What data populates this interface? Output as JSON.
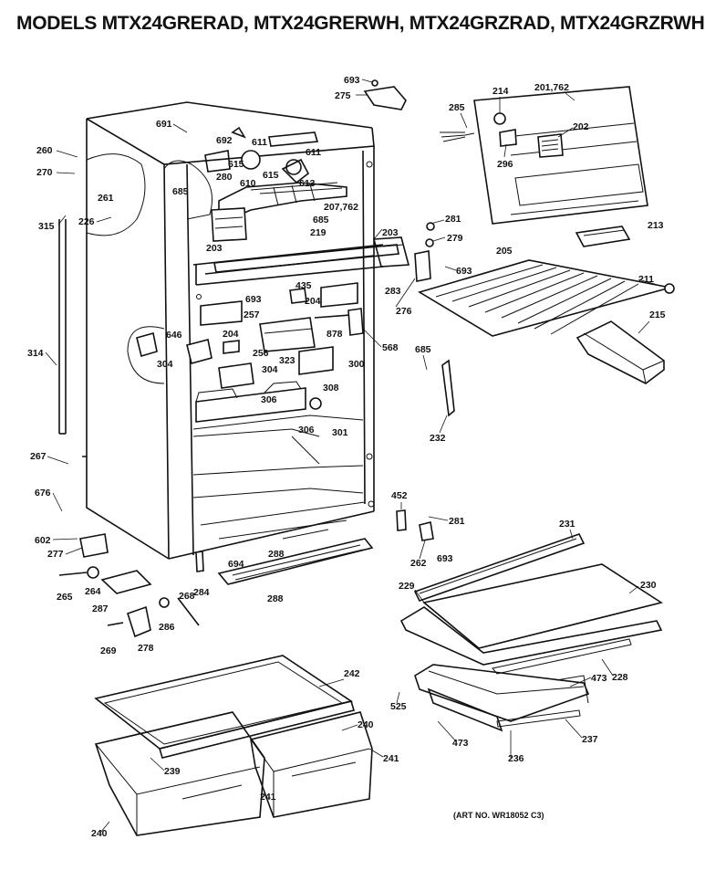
{
  "title": "MODELS MTX24GRERAD, MTX24GRERWH, MTX24GRZRAD, MTX24GRZRWH",
  "art_number": "(ART NO. WR18052 C3)",
  "labels": {
    "l693a": "693",
    "l275": "275",
    "l214": "214",
    "l201": "201,762",
    "l285": "285",
    "l202": "202",
    "l296": "296",
    "l691": "691",
    "l692": "692",
    "l611a": "611",
    "l611b": "611",
    "l260": "260",
    "l615a": "615",
    "l615b": "615",
    "l270": "270",
    "l280": "280",
    "l610": "610",
    "l613": "613",
    "l261": "261",
    "l685a": "685",
    "l207": "207,762",
    "l315": "315",
    "l226": "226",
    "l685b": "685",
    "l281a": "281",
    "l213": "213",
    "l203a": "203",
    "l219": "219",
    "l279": "279",
    "l203b": "203",
    "l205": "205",
    "l693b": "693",
    "l211": "211",
    "l283": "283",
    "l435": "435",
    "l276": "276",
    "l693c": "693",
    "l204a": "204",
    "l215": "215",
    "l257": "257",
    "l646": "646",
    "l204b": "204",
    "l878": "878",
    "l314": "314",
    "l568": "568",
    "l256": "256",
    "l323": "323",
    "l685c": "685",
    "l304a": "304",
    "l304b": "304",
    "l300": "300",
    "l308": "308",
    "l306a": "306",
    "l306b": "306",
    "l301": "301",
    "l232": "232",
    "l267": "267",
    "l452": "452",
    "l676": "676",
    "l281b": "281",
    "l231": "231",
    "l602": "602",
    "l277": "277",
    "l262": "262",
    "l693d": "693",
    "l694": "694",
    "l288a": "288",
    "l265": "265",
    "l264": "264",
    "l284": "284",
    "l229": "229",
    "l230": "230",
    "l288b": "288",
    "l287": "287",
    "l268": "268",
    "l286": "286",
    "l269": "269",
    "l278": "278",
    "l228": "228",
    "l242": "242",
    "l473a": "473",
    "l525": "525",
    "l240a": "240",
    "l473b": "473",
    "l237": "237",
    "l241a": "241",
    "l239": "239",
    "l236": "236",
    "l241b": "241",
    "l240b": "240"
  }
}
